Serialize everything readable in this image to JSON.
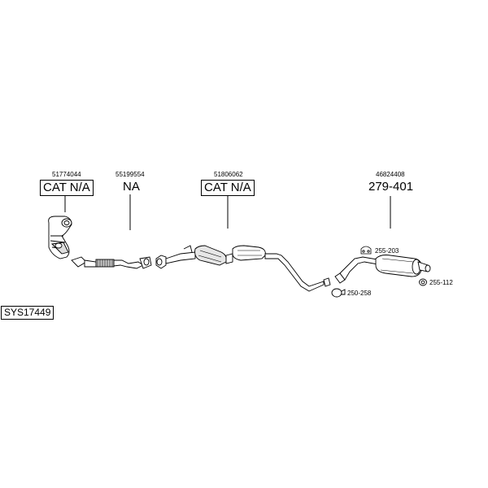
{
  "system_code": "SYS17449",
  "parts": [
    {
      "oem": "51774044",
      "label": "CAT N/A",
      "boxed": true
    },
    {
      "oem": "55199554",
      "label": "NA",
      "boxed": false
    },
    {
      "oem": "51806062",
      "label": "CAT N/A",
      "boxed": true
    },
    {
      "oem": "46824408",
      "label": "279-401",
      "boxed": false
    }
  ],
  "accessories": [
    {
      "code": "255-203",
      "icon": "rubber-hanger-icon"
    },
    {
      "code": "250-258",
      "icon": "clamp-ring-icon"
    },
    {
      "code": "255-112",
      "icon": "rubber-ring-icon"
    }
  ]
}
